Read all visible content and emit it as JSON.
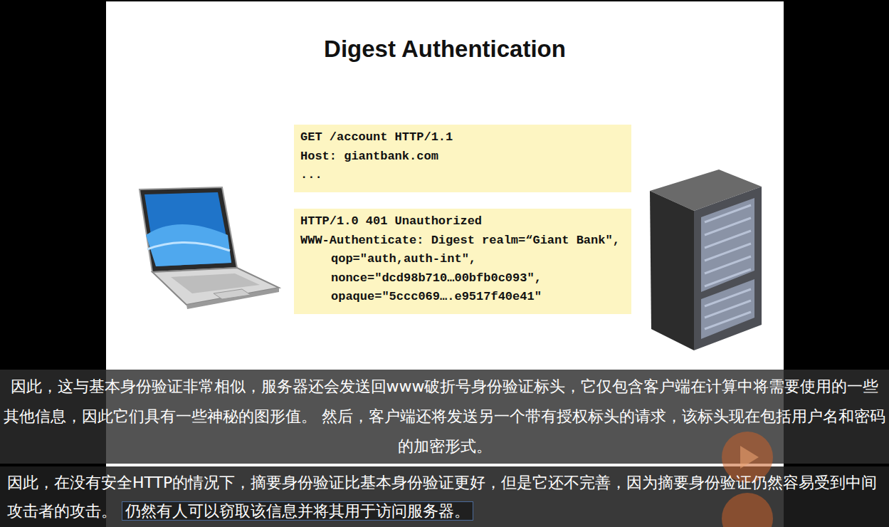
{
  "diagram": {
    "title": "Digest Authentication",
    "nodes": [
      {
        "text": [
          "GET /account HTTP/1.1",
          "Host: giantbank.com",
          "..."
        ]
      },
      {
        "text": [
          "HTTP/1.0 401 Unauthorized",
          "WWW-Authenticate: Digest realm=“Giant Bank\",",
          "qop=\"auth,auth-int\",",
          "nonce=\"dcd98b710…00bfb0c093\",",
          "opaque=\"5ccc069….e9517f40e41\""
        ]
      }
    ],
    "labels": [
      "因此，这与基本身份验证非常相似，服务器还会发送回www破折号身份验证标头，它仅包含客户端在计算中将需要使用的一些其他信息，因此它们具有一些神秘的图形值。 然后，客户端还将发送另一个带有授权标头的请求，该标头现在包括用户名和密码的加密形式。",
      "因此，在没有安全HTTP的情况下，摘要身份验证比基本身份验证更好，但是它还不完善，因为摘要身份验证仍然容易受到中间攻击者的攻击。",
      "仍然有人可以窃取该信息并将其用于访问服务器。"
    ]
  }
}
